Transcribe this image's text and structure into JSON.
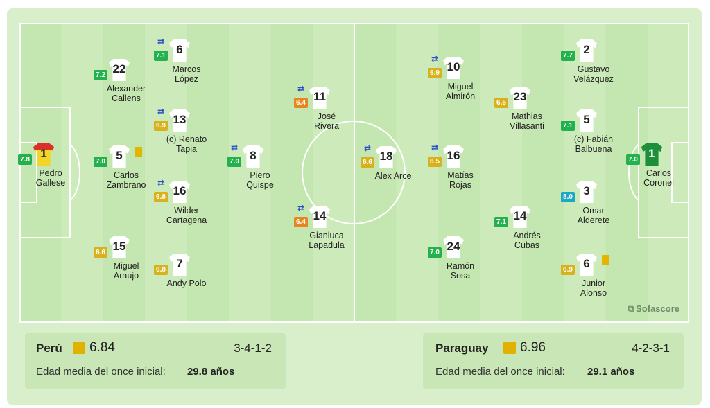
{
  "brand": "Sofascore",
  "rating_colors": {
    "green": "#23b14d",
    "yellow": "#d8b11d",
    "orange": "#e7861f",
    "teal": "#1ea7c1"
  },
  "home": {
    "name": "Perú",
    "team_rating": "6.84",
    "formation": "3-4-1-2",
    "age_label": "Edad media del once inicial:",
    "age_value": "29.8 años",
    "players": [
      {
        "key": "gallese",
        "number": "1",
        "name_lines": [
          "Pedro",
          "Gallese"
        ],
        "rating": "7.8",
        "rating_color": "green",
        "substituted": false,
        "yellow_card": false,
        "goalkeeper": true
      },
      {
        "key": "callens",
        "number": "22",
        "name_lines": [
          "Alexander",
          "Callens"
        ],
        "rating": "7.2",
        "rating_color": "green",
        "substituted": false,
        "yellow_card": false
      },
      {
        "key": "zambrano",
        "number": "5",
        "name_lines": [
          "Carlos",
          "Zambrano"
        ],
        "rating": "7.0",
        "rating_color": "green",
        "substituted": false,
        "yellow_card": true
      },
      {
        "key": "araujo",
        "number": "15",
        "name_lines": [
          "Miguel",
          "Araujo"
        ],
        "rating": "6.6",
        "rating_color": "yellow",
        "substituted": false,
        "yellow_card": false
      },
      {
        "key": "lopez",
        "number": "6",
        "name_lines": [
          "Marcos",
          "López"
        ],
        "rating": "7.1",
        "rating_color": "green",
        "substituted": true,
        "yellow_card": false
      },
      {
        "key": "tapia",
        "number": "13",
        "name_lines": [
          "(c) Renato",
          "Tapia"
        ],
        "rating": "6.9",
        "rating_color": "yellow",
        "substituted": true,
        "yellow_card": false
      },
      {
        "key": "cartagena",
        "number": "16",
        "name_lines": [
          "Wilder",
          "Cartagena"
        ],
        "rating": "6.8",
        "rating_color": "yellow",
        "substituted": true,
        "yellow_card": false
      },
      {
        "key": "polo",
        "number": "7",
        "name_lines": [
          "Andy Polo",
          ""
        ],
        "rating": "6.8",
        "rating_color": "yellow",
        "substituted": false,
        "yellow_card": false
      },
      {
        "key": "quispe",
        "number": "8",
        "name_lines": [
          "Piero",
          "Quispe"
        ],
        "rating": "7.0",
        "rating_color": "green",
        "substituted": true,
        "yellow_card": false
      },
      {
        "key": "rivera",
        "number": "11",
        "name_lines": [
          "José",
          "Rivera"
        ],
        "rating": "6.4",
        "rating_color": "orange",
        "substituted": true,
        "yellow_card": false
      },
      {
        "key": "lapadula",
        "number": "14",
        "name_lines": [
          "Gianluca",
          "Lapadula"
        ],
        "rating": "6.4",
        "rating_color": "orange",
        "substituted": true,
        "yellow_card": false
      }
    ]
  },
  "away": {
    "name": "Paraguay",
    "team_rating": "6.96",
    "formation": "4-2-3-1",
    "age_label": "Edad media del once inicial:",
    "age_value": "29.1 años",
    "players": [
      {
        "key": "arce",
        "number": "18",
        "name_lines": [
          "Alex Arce",
          ""
        ],
        "rating": "6.6",
        "rating_color": "yellow",
        "substituted": true,
        "yellow_card": false
      },
      {
        "key": "almiron",
        "number": "10",
        "name_lines": [
          "Miguel",
          "Almirón"
        ],
        "rating": "6.9",
        "rating_color": "yellow",
        "substituted": true,
        "yellow_card": false
      },
      {
        "key": "rojas",
        "number": "16",
        "name_lines": [
          "Matías",
          "Rojas"
        ],
        "rating": "6.5",
        "rating_color": "yellow",
        "substituted": true,
        "yellow_card": false
      },
      {
        "key": "sosa",
        "number": "24",
        "name_lines": [
          "Ramón",
          "Sosa"
        ],
        "rating": "7.0",
        "rating_color": "green",
        "substituted": false,
        "yellow_card": false
      },
      {
        "key": "villasanti",
        "number": "23",
        "name_lines": [
          "Mathias",
          "Villasanti"
        ],
        "rating": "6.5",
        "rating_color": "yellow",
        "substituted": false,
        "yellow_card": false
      },
      {
        "key": "cubas",
        "number": "14",
        "name_lines": [
          "Andrés",
          "Cubas"
        ],
        "rating": "7.1",
        "rating_color": "green",
        "substituted": false,
        "yellow_card": false
      },
      {
        "key": "velazquez",
        "number": "2",
        "name_lines": [
          "Gustavo",
          "Velázquez"
        ],
        "rating": "7.7",
        "rating_color": "green",
        "substituted": false,
        "yellow_card": false
      },
      {
        "key": "balbuena",
        "number": "5",
        "name_lines": [
          "(c) Fabián",
          "Balbuena"
        ],
        "rating": "7.1",
        "rating_color": "green",
        "substituted": false,
        "yellow_card": false
      },
      {
        "key": "alderete",
        "number": "3",
        "name_lines": [
          "Omar",
          "Alderete"
        ],
        "rating": "8.0",
        "rating_color": "teal",
        "substituted": false,
        "yellow_card": false
      },
      {
        "key": "alonso",
        "number": "6",
        "name_lines": [
          "Junior",
          "Alonso"
        ],
        "rating": "6.9",
        "rating_color": "yellow",
        "substituted": false,
        "yellow_card": true
      },
      {
        "key": "coronel",
        "number": "1",
        "name_lines": [
          "Carlos",
          "Coronel"
        ],
        "rating": "7.0",
        "rating_color": "green",
        "substituted": false,
        "yellow_card": false,
        "goalkeeper": true
      }
    ]
  }
}
